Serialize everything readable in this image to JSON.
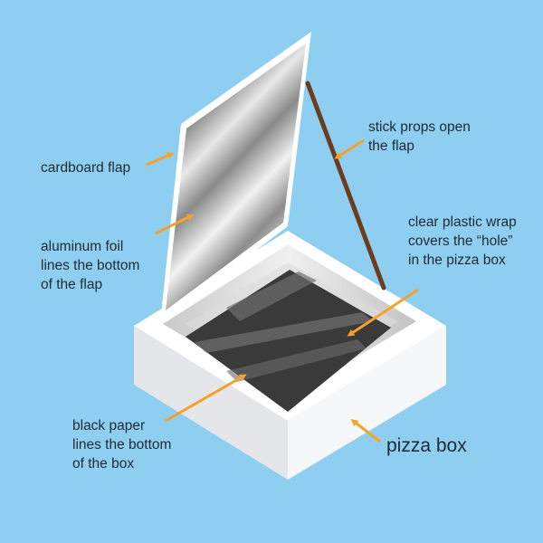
{
  "colors": {
    "background": "#8ecff1",
    "arrow": "#f5a22a",
    "box": "#ffffff",
    "black_paper": "#3a3a3a",
    "stick": "#6b3d1e"
  },
  "labels": {
    "cardboard_flap": [
      "cardboard flap"
    ],
    "aluminum_foil": [
      "aluminum foil",
      "lines the bottom",
      "of the flap"
    ],
    "stick": [
      "stick props open",
      "the flap"
    ],
    "plastic_wrap": [
      "clear plastic wrap",
      "covers the “hole”",
      "in the pizza box"
    ],
    "black_paper": [
      "black paper",
      "lines the bottom",
      "of the box"
    ],
    "pizza_box": [
      "pizza box"
    ]
  }
}
